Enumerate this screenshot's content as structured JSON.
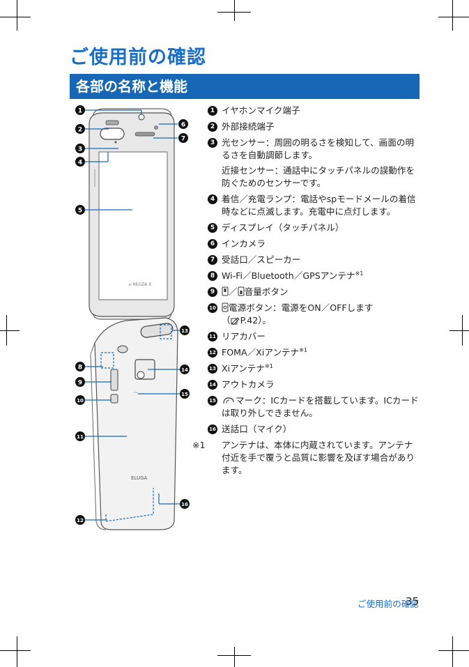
{
  "chapter_title": "ご使用前の確認",
  "section_title": "各部の名称と機能",
  "callout_numbers": [
    "1",
    "2",
    "3",
    "4",
    "5",
    "6",
    "7",
    "8",
    "9",
    "10",
    "11",
    "12",
    "13",
    "14",
    "15",
    "16"
  ],
  "items": [
    {
      "num": "1",
      "text": "イヤホンマイク端子"
    },
    {
      "num": "2",
      "text": "外部接続端子"
    },
    {
      "num": "3",
      "text": "光センサー：周囲の明るさを検知して、画面の明るさを自動調節します。",
      "sub": "近接センサー：通話中にタッチパネルの誤動作を防ぐためのセンサーです。"
    },
    {
      "num": "4",
      "text": "着信／充電ランプ：電話やspモードメールの着信時などに点滅します。充電中に点灯します。"
    },
    {
      "num": "5",
      "text": "ディスプレイ（タッチパネル）"
    },
    {
      "num": "6",
      "text": "インカメラ"
    },
    {
      "num": "7",
      "text": "受話口／スピーカー"
    },
    {
      "num": "8",
      "text": "Wi-Fi／Bluetooth／GPSアンテナ",
      "sup": "※1"
    },
    {
      "num": "9",
      "text": "音量ボタン",
      "sep": "／"
    },
    {
      "num": "10",
      "text": "電源ボタン：電源をON／OFFします",
      "ref": "（",
      "ref2": "P.42）。"
    },
    {
      "num": "11",
      "text": "リアカバー"
    },
    {
      "num": "12",
      "text": "FOMA／Xiアンテナ",
      "sup": "※1"
    },
    {
      "num": "13",
      "text": "Xiアンテナ",
      "sup": "※1"
    },
    {
      "num": "14",
      "text": "アウトカメラ"
    },
    {
      "num": "15",
      "text": "マーク：ICカードを搭載しています。ICカードは取り外しできません。"
    },
    {
      "num": "16",
      "text": "送話口（マイク）"
    }
  ],
  "note": {
    "mark": "※1",
    "text": "アンテナは、本体に内蔵されています。アンテナ付近を手で覆うと品質に影響を及ぼす場合があります。"
  },
  "footer": {
    "section": "ご使用前の確認",
    "page": "35"
  },
  "colors": {
    "accent": "#1a6fc4",
    "bar": "#1767b7"
  }
}
